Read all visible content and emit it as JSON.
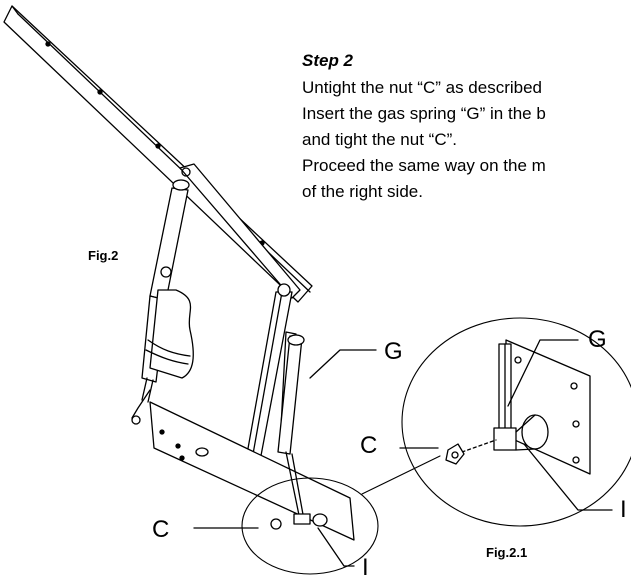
{
  "step": {
    "title": "Step 2",
    "lines": [
      "Untight the nut “C” as described",
      "Insert the gas spring “G” in the b",
      "and tight the nut “C”.",
      "Proceed the same way on the m",
      "of the right side."
    ]
  },
  "figures": {
    "main": "Fig.2",
    "detail": "Fig.2.1"
  },
  "labels": {
    "gas_spring": "G",
    "nut": "C",
    "bolt": "I"
  }
}
